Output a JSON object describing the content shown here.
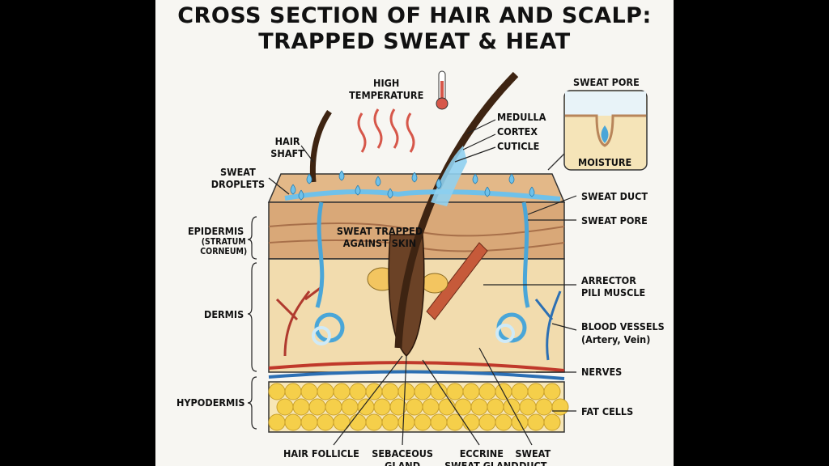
{
  "title": {
    "line1": "CROSS SECTION OF HAIR AND SCALP:",
    "line2": "TRAPPED SWEAT & HEAT"
  },
  "labels": {
    "high_temperature": "HIGH\nTEMPERATURE",
    "hair_shaft": "HAIR\nSHAFT",
    "sweat_droplets": "SWEAT\nDROPLETS",
    "medulla": "MEDULLA",
    "cortex": "CORTEX",
    "cuticle": "CUTICLE",
    "inset_title": "SWEAT PORE",
    "inset_moisture": "MOISTURE",
    "sweat_duct": "SWEAT DUCT",
    "sweat_pore": "SWEAT PORE",
    "epidermis": "EPIDERMIS",
    "stratum_corneum": "(STRATUM\nCORNEUM)",
    "sweat_trapped": "SWEAT TRAPPED\nAGAINST SKIN",
    "arrector_pili": "ARRECTOR\nPILI MUSCLE",
    "dermis": "DERMIS",
    "blood_vessels": "BLOOD VESSELS",
    "blood_vessels_sub": "(Artery, Vein)",
    "nerves": "NERVES",
    "hypodermis": "HYPODERMIS",
    "fat_cells": "FAT CELLS",
    "hair_follicle": "HAIR FOLLICLE",
    "sebaceous_gland": "SEBACEOUS\nGLAND",
    "eccrine_sweat_gland": "ECCRINE\nSWEAT GLAND",
    "sweat_duct_bottom": "SWEAT\nDUCT"
  },
  "icons": [
    "thermometer-icon",
    "heat-waves-icon"
  ],
  "colors": {
    "epidermis": "#d9a878",
    "dermis": "#f2dcae",
    "fat": "#f5cf4a",
    "sweat": "#6fc1ea",
    "hair": "#4a2a14",
    "artery": "#c0392b",
    "vein": "#2c6fb3"
  }
}
